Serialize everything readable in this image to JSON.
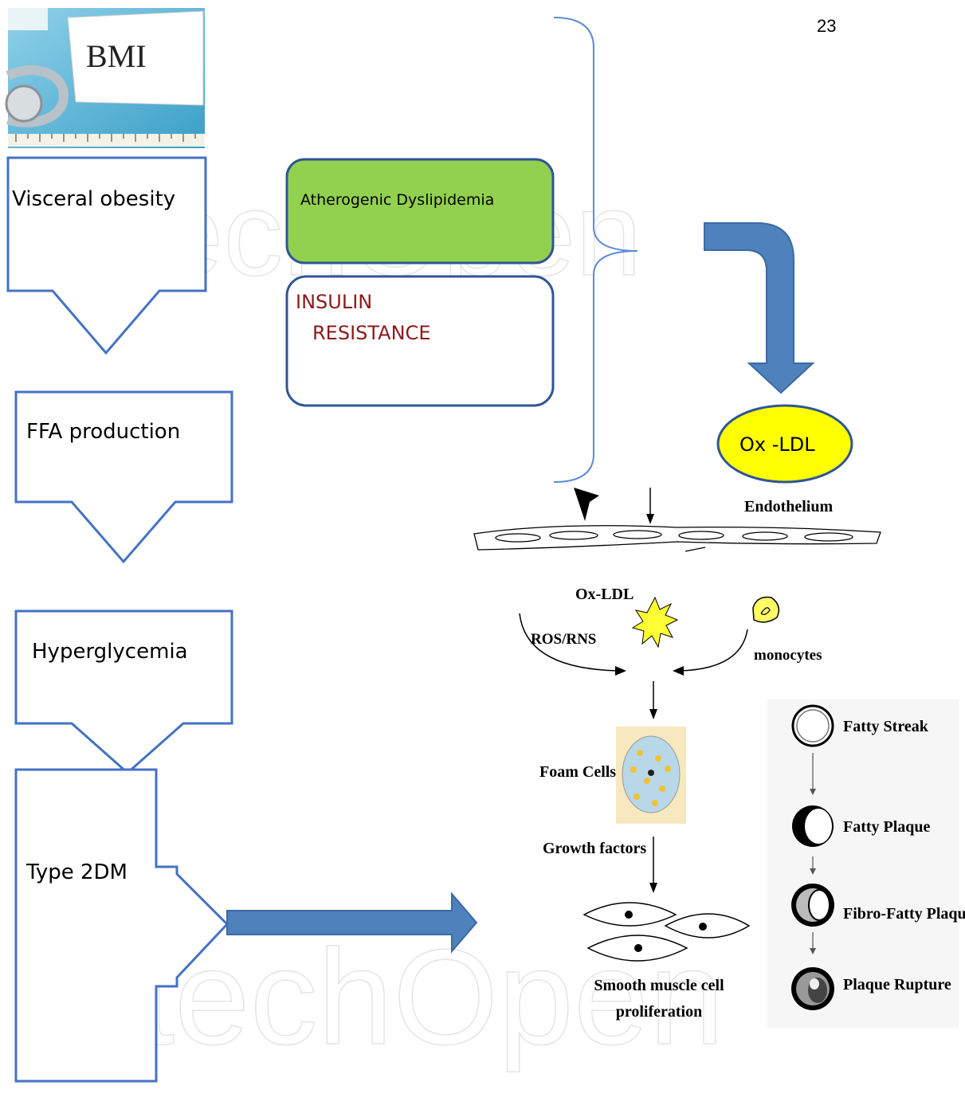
{
  "page_number": "23",
  "watermark": "IntechOpen",
  "bmi_photo": {
    "label": "BMI"
  },
  "left_flow": {
    "visceral_obesity": "Visceral obesity",
    "ffa_production": "FFA production",
    "hyperglycemia": "Hyperglycemia",
    "type2dm": "Type 2DM"
  },
  "middle": {
    "atherogenic_dyslipidemia": "Atherogenic Dyslipidemia",
    "insulin_line1": "INSULIN",
    "insulin_line2": "RESISTANCE"
  },
  "ox_ldl_oval": "Ox -LDL",
  "pathway": {
    "endothelium": "Endothelium",
    "ox_ldl": "Ox-LDL",
    "ros_rns": "ROS/RNS",
    "monocytes": "monocytes",
    "foam_cells": "Foam Cells",
    "growth_factors": "Growth factors",
    "smc_line1": "Smooth muscle cell",
    "smc_line2": "proliferation"
  },
  "stages": {
    "fatty_streak": "Fatty Streak",
    "fatty_plaque": "Fatty Plaque",
    "fibro_fatty_plaque": "Fibro-Fatty Plaque",
    "plaque_rupture": "Plaque Rupture"
  },
  "colors": {
    "box_border": "#4472c4",
    "arrow_fill": "#4f81bd",
    "dyslipidemia_fill": "#92d050",
    "insulin_text": "#8b1a1a",
    "ox_ldl_fill": "#ffff00",
    "photo_bg": "#58b6d6"
  }
}
